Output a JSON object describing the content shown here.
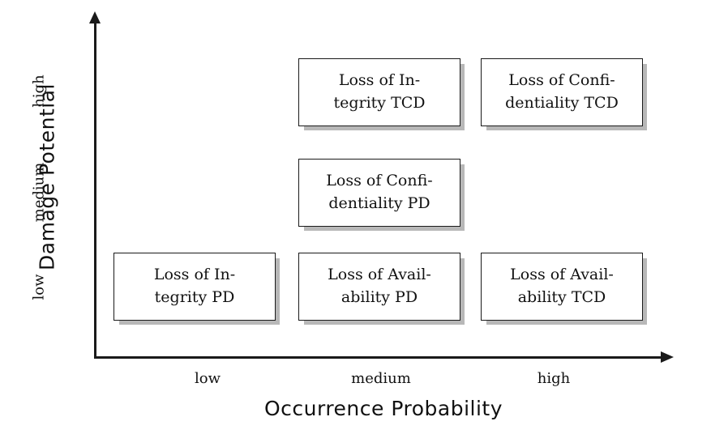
{
  "chart_data": {
    "type": "table",
    "title": "",
    "xlabel": "Occurrence Probability",
    "ylabel": "Damage Potential",
    "x_categories": [
      "low",
      "medium",
      "high"
    ],
    "y_categories": [
      "low",
      "medium",
      "high"
    ],
    "grid": false,
    "legend": "none",
    "cells": [
      {
        "x": "medium",
        "y": "high",
        "line1": "Loss of In-",
        "line2": "tegrity TCD",
        "text": "Loss of Integrity TCD"
      },
      {
        "x": "high",
        "y": "high",
        "line1": "Loss of Confi-",
        "line2": "dentiality TCD",
        "text": "Loss of Confidentiality TCD"
      },
      {
        "x": "medium",
        "y": "medium",
        "line1": "Loss of Confi-",
        "line2": "dentiality PD",
        "text": "Loss of Confidentiality PD"
      },
      {
        "x": "low",
        "y": "low",
        "line1": "Loss of In-",
        "line2": "tegrity PD",
        "text": "Loss of Integrity PD"
      },
      {
        "x": "medium",
        "y": "low",
        "line1": "Loss of Avail-",
        "line2": "ability PD",
        "text": "Loss of Availability PD"
      },
      {
        "x": "high",
        "y": "low",
        "line1": "Loss of Avail-",
        "line2": "ability TCD",
        "text": "Loss of Availability TCD"
      }
    ],
    "colors": {
      "axis": "#1a1a1a",
      "cell_border": "#1a1a1a",
      "cell_fill": "#ffffff",
      "cell_shadow": "#b8b8b8",
      "text": "#111111",
      "background": "#ffffff"
    }
  },
  "axes": {
    "y": {
      "title": "Damage Potential",
      "ticks": {
        "high": "high",
        "medium": "medium",
        "low": "low"
      }
    },
    "x": {
      "title": "Occurrence Probability",
      "ticks": {
        "low": "low",
        "medium": "medium",
        "high": "high"
      }
    }
  }
}
